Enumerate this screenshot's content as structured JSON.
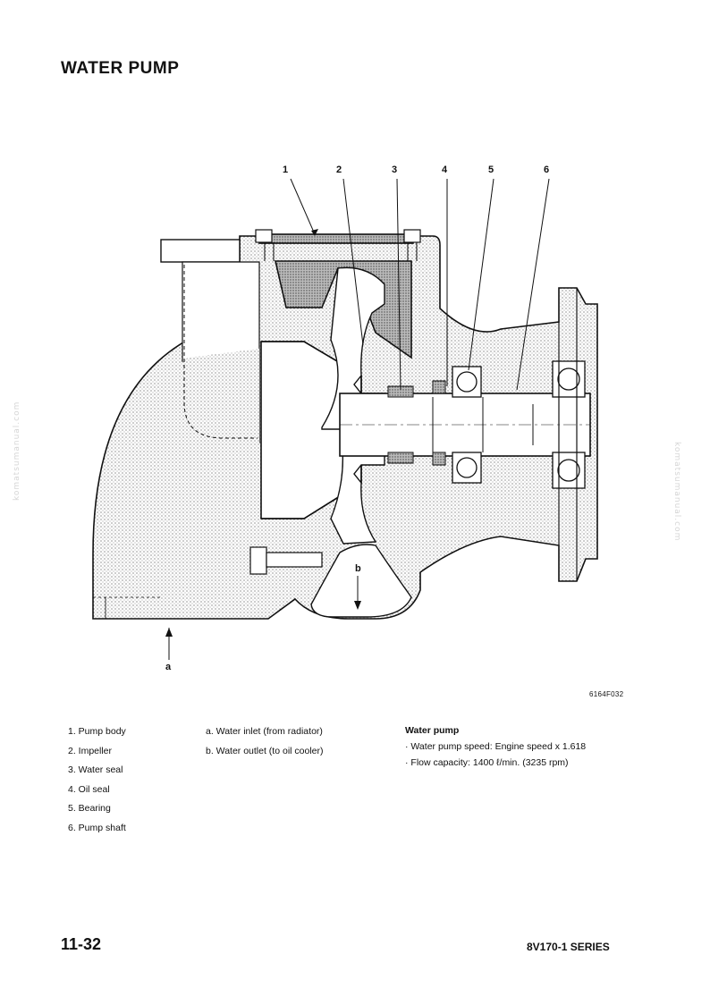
{
  "page": {
    "title": "WATER PUMP",
    "page_number": "11-32",
    "series": "8V170-1 SERIES",
    "watermark": "komatsumanual.com"
  },
  "figure": {
    "code": "6164F032",
    "callouts": [
      "1",
      "2",
      "3",
      "4",
      "5",
      "6"
    ],
    "flow_markers": [
      "a",
      "b"
    ]
  },
  "legend": {
    "parts": [
      "1.  Pump body",
      "2.  Impeller",
      "3.  Water seal",
      "4.  Oil seal",
      "5.  Bearing",
      "6.  Pump shaft"
    ],
    "flows": [
      "a.  Water inlet (from radiator)",
      "b.  Water outlet (to oil cooler)"
    ]
  },
  "spec": {
    "title": "Water pump",
    "items": [
      "·   Water pump speed:  Engine speed x 1.618",
      "·   Flow capacity:  1400 ℓ/min. (3235 rpm)"
    ]
  }
}
